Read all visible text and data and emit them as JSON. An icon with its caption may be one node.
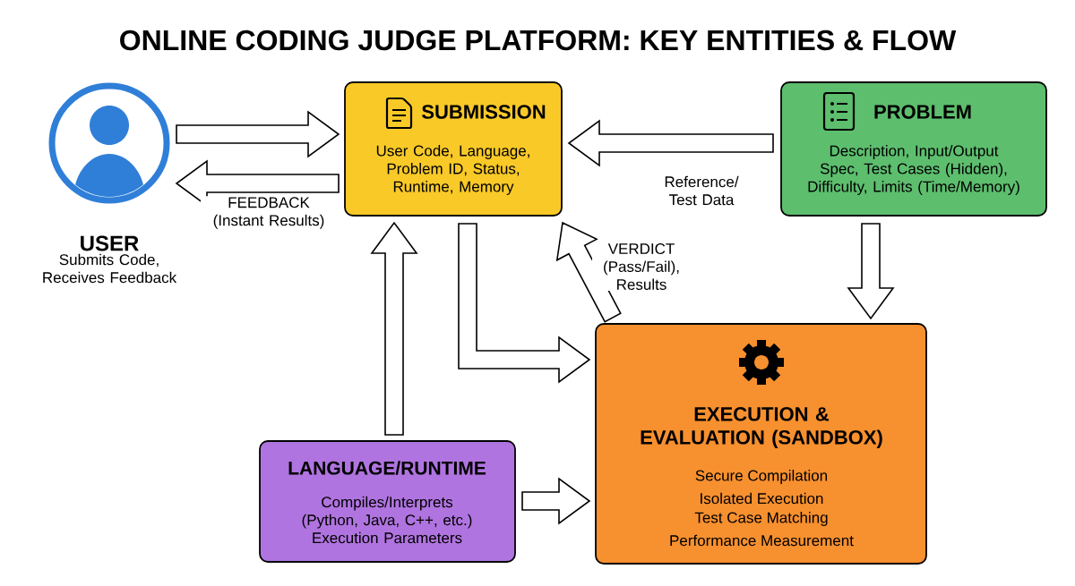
{
  "diagram": {
    "title": "ONLINE CODING JUDGE PLATFORM: KEY ENTITIES & FLOW",
    "nodes": [
      {
        "text": [
          "USER",
          "Submits Code, Receives Feedback"
        ]
      },
      {
        "text": [
          "SUBMISSION",
          "User Code, Language, Problem ID, Status, Runtime, Memory"
        ]
      },
      {
        "text": [
          "PROBLEM",
          "Description, Input/Output Spec, Test Cases (Hidden), Difficulty, Limits (Time/Memory)"
        ]
      },
      {
        "text": [
          "EXECUTION & EVALUATION (SANDBOX)",
          "Secure Compilation",
          "Isolated Execution",
          "Test Case Matching",
          "Performance Measurement"
        ]
      },
      {
        "text": [
          "LANGUAGE/RUNTIME",
          "Compiles/Interprets (Python, Java, C++, etc.) Execution Parameters"
        ]
      }
    ],
    "edges": [
      {
        "from": 0,
        "to": 1,
        "arrow": "to"
      },
      {
        "from": 1,
        "to": 0,
        "arrow": "to",
        "label": "FEEDBACK (Instant Results)"
      },
      {
        "from": 2,
        "to": 1,
        "arrow": "to",
        "label": "Reference/ Test Data"
      },
      {
        "from": 2,
        "to": 3,
        "arrow": "to"
      },
      {
        "from": 1,
        "to": 3,
        "arrow": "to"
      },
      {
        "from": 3,
        "to": 1,
        "arrow": "to",
        "label": "VERDICT (Pass/Fail), Results"
      },
      {
        "from": 4,
        "to": 1,
        "arrow": "to"
      },
      {
        "from": 4,
        "to": 3,
        "arrow": "to"
      }
    ]
  }
}
